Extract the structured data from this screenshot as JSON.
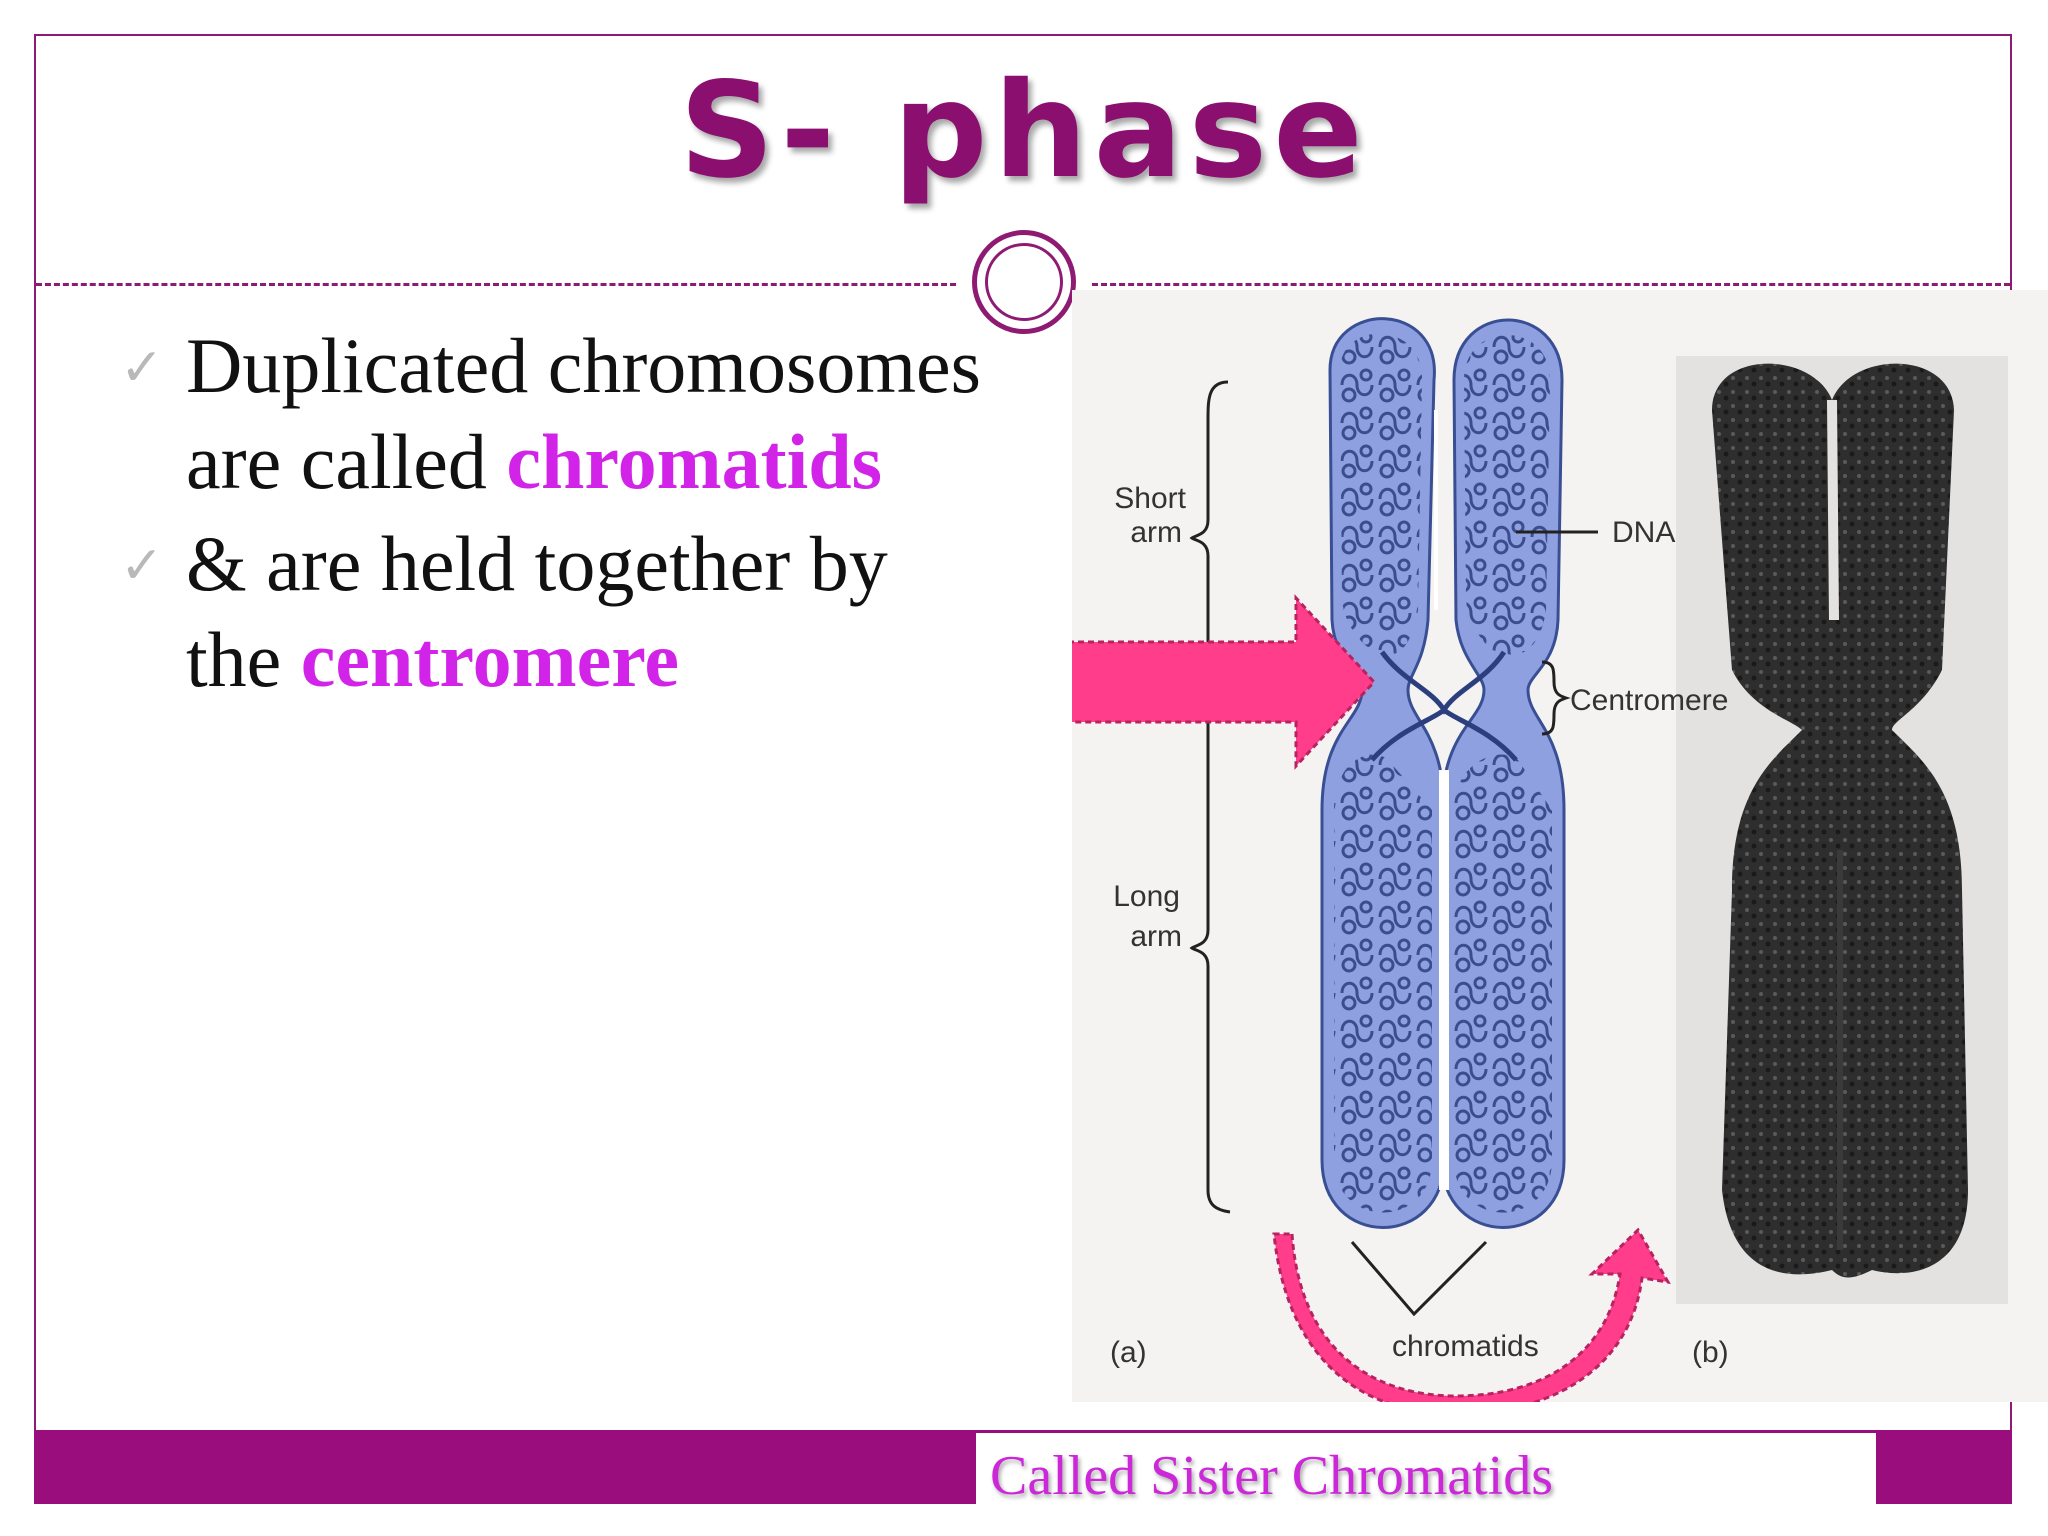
{
  "slide": {
    "title": "S- phase",
    "bullets": [
      {
        "line1": "Duplicated chromosomes",
        "line2_prefix": "are called ",
        "line2_highlight": "chromatids"
      },
      {
        "line1": "& are held together by",
        "line2_prefix": "the ",
        "line2_highlight": "centromere"
      }
    ],
    "figure": {
      "label_short": "Short",
      "label_short_arm": "arm",
      "label_long": "Long",
      "label_long_arm": "arm",
      "label_dna": "DNA",
      "label_centromere": "Centromere",
      "label_a": "(a)",
      "label_b": "(b)",
      "label_chromatids": "chromatids"
    },
    "caption": "Called Sister Chromatids",
    "colors": {
      "accent": "#8e1a72",
      "highlight": "#d224e8",
      "arrow": "#ff3d8b",
      "chromosome": "#8fa0e0"
    }
  }
}
